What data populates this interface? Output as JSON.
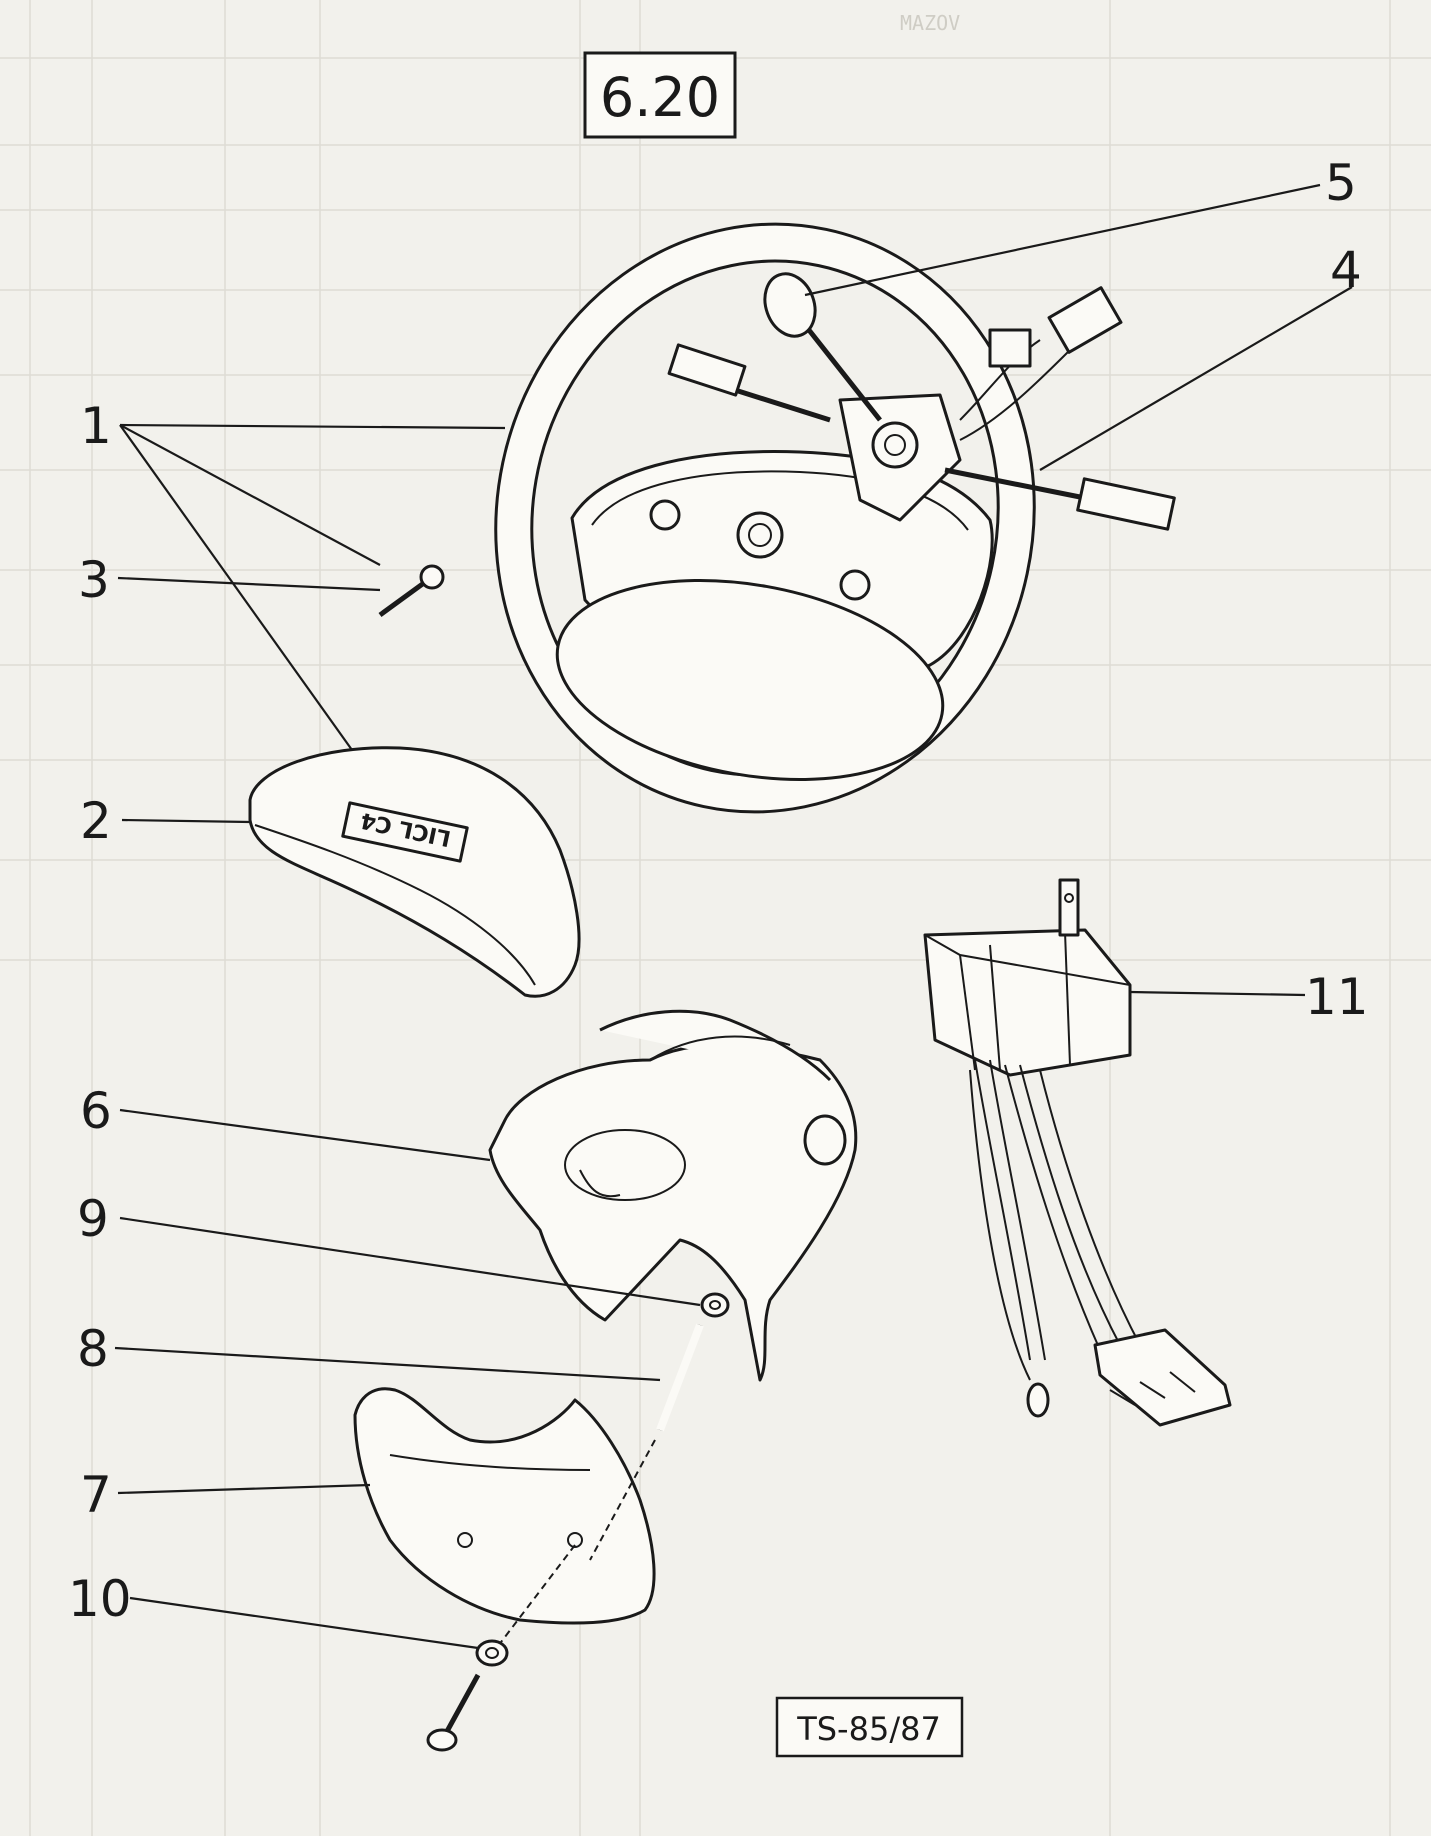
{
  "diagram": {
    "title": "6.20",
    "reference": "TS-85/87",
    "callouts": [
      {
        "id": "1",
        "label": "1"
      },
      {
        "id": "2",
        "label": "2"
      },
      {
        "id": "3",
        "label": "3"
      },
      {
        "id": "4",
        "label": "4"
      },
      {
        "id": "5",
        "label": "5"
      },
      {
        "id": "6",
        "label": "6"
      },
      {
        "id": "7",
        "label": "7"
      },
      {
        "id": "8",
        "label": "8"
      },
      {
        "id": "9",
        "label": "9"
      },
      {
        "id": "10",
        "label": "10"
      },
      {
        "id": "11",
        "label": "11"
      }
    ],
    "horn_pad_badge": "LICL C4",
    "faint_header": "MAZOV"
  },
  "colors": {
    "ink": "#1a1a1a",
    "paper": "#f2f1ec",
    "ghost_text": "#cfcdc5"
  }
}
